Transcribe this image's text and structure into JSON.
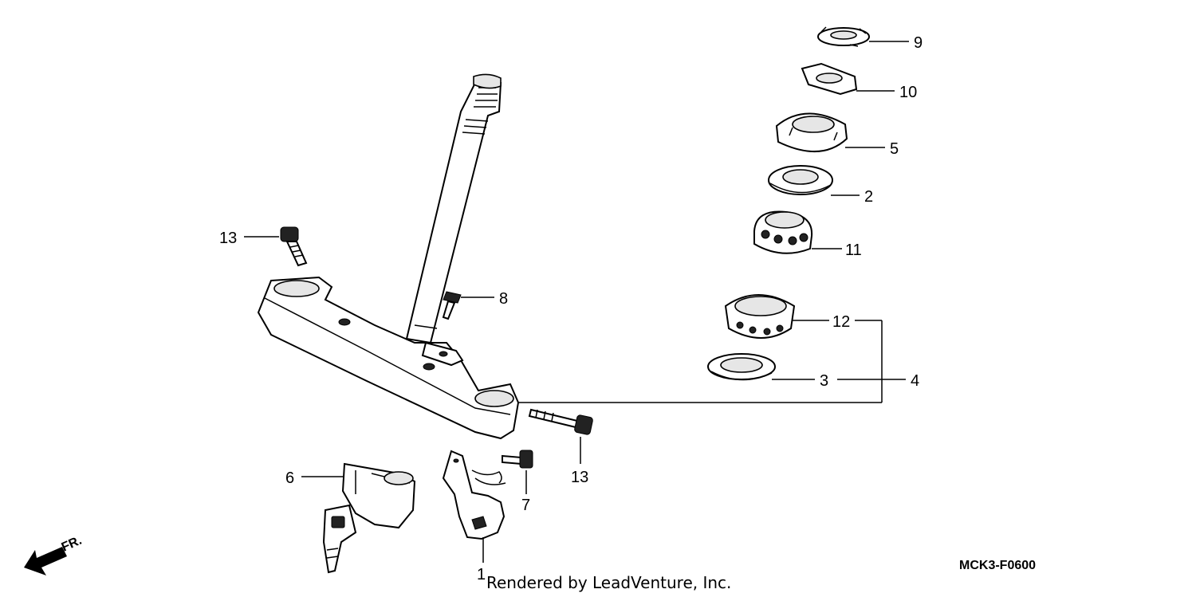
{
  "diagram": {
    "callouts": {
      "c1": "1",
      "c2": "2",
      "c3": "3",
      "c4": "4",
      "c5": "5",
      "c6": "6",
      "c7": "7",
      "c8": "8",
      "c9": "9",
      "c10": "10",
      "c11": "11",
      "c12": "12",
      "c13a": "13",
      "c13b": "13"
    },
    "direction_label": "FR.",
    "diagram_code": "MCK3-F0600",
    "credit": "Rendered by LeadVenture, Inc."
  }
}
